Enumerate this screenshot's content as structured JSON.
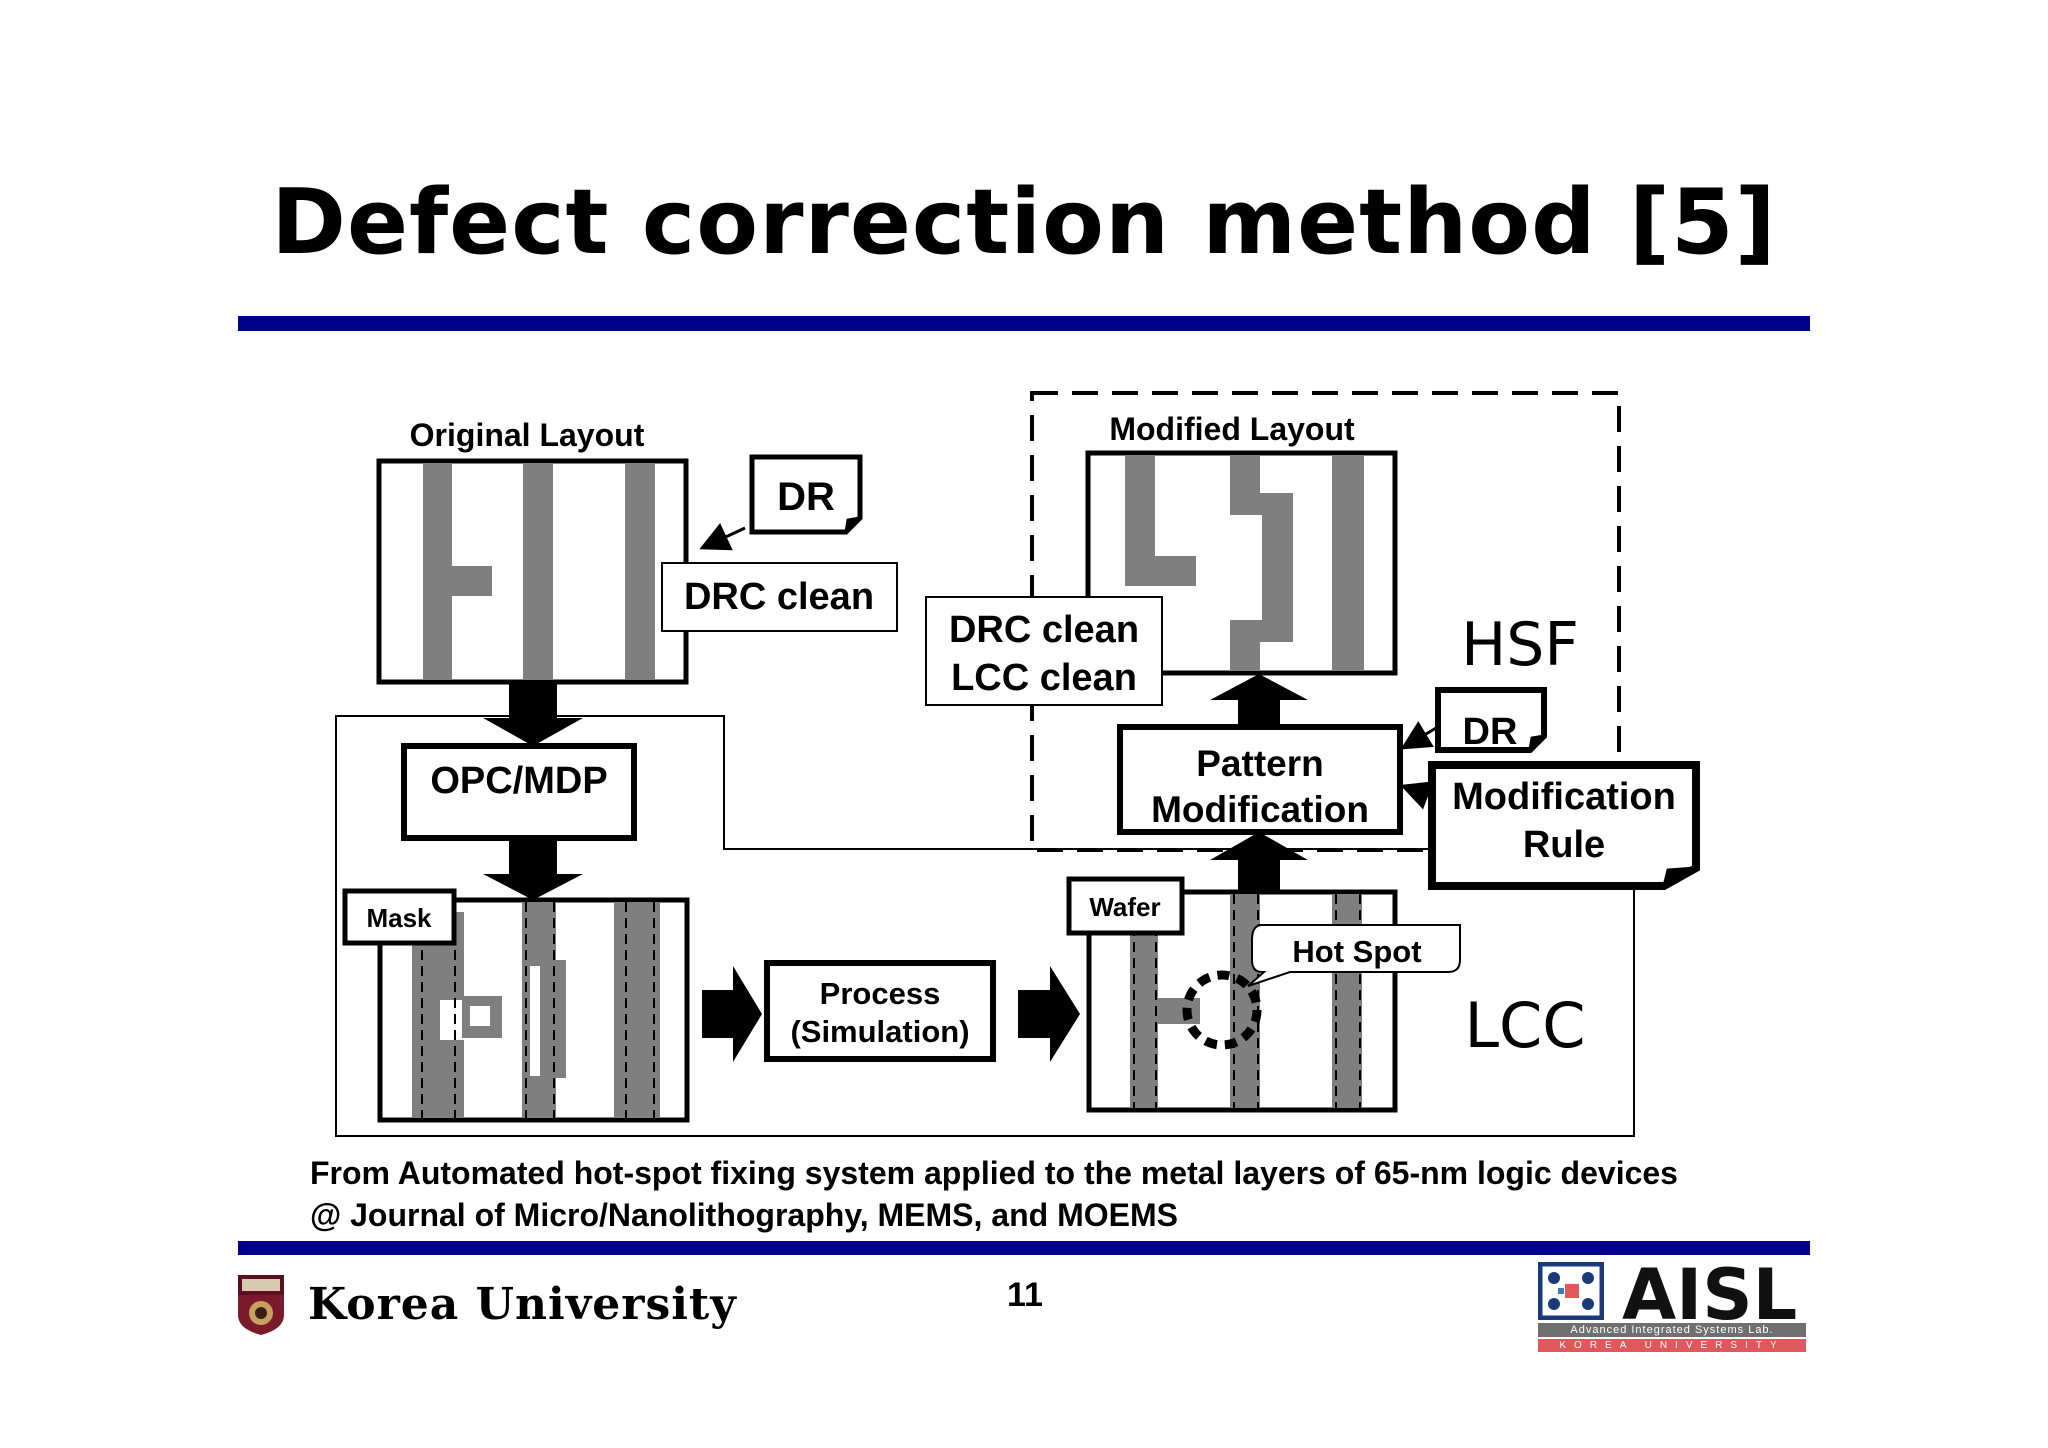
{
  "slide": {
    "title": "Defect correction method [5]",
    "page_number": "11"
  },
  "diagram": {
    "original_layout_label": "Original Layout",
    "modified_layout_label": "Modified Layout",
    "dr_label": "DR",
    "drc_clean_label": "DRC clean",
    "drc_clean_line1": "DRC clean",
    "lcc_clean_line2": "LCC clean",
    "hsf_label": "HSF",
    "opc_mdp_label": "OPC/MDP",
    "pattern_modification_line1": "Pattern",
    "pattern_modification_line2": "Modification",
    "modification_rule_line1": "Modification",
    "modification_rule_line2": "Rule",
    "mask_label": "Mask",
    "wafer_label": "Wafer",
    "process_line1": "Process",
    "process_line2": "(Simulation)",
    "hot_spot_label": "Hot Spot",
    "lcc_label": "LCC",
    "colors": {
      "pattern_gray": "#7f7f7f",
      "rule_blue": "#00008b"
    }
  },
  "caption": {
    "line1": "From Automated hot-spot fixing system applied to the metal layers of 65-nm logic devices",
    "line2": "@ Journal of Micro/Nanolithography, MEMS, and MOEMS"
  },
  "footer": {
    "university_name": "Korea University",
    "lab_name": "AISL",
    "lab_subtitle": "Advanced Integrated Systems Lab.",
    "lab_subtitle2": "KOREA UNIVERSITY",
    "icons": [
      "korea-university-crest-icon",
      "aisl-logo-icon"
    ]
  }
}
